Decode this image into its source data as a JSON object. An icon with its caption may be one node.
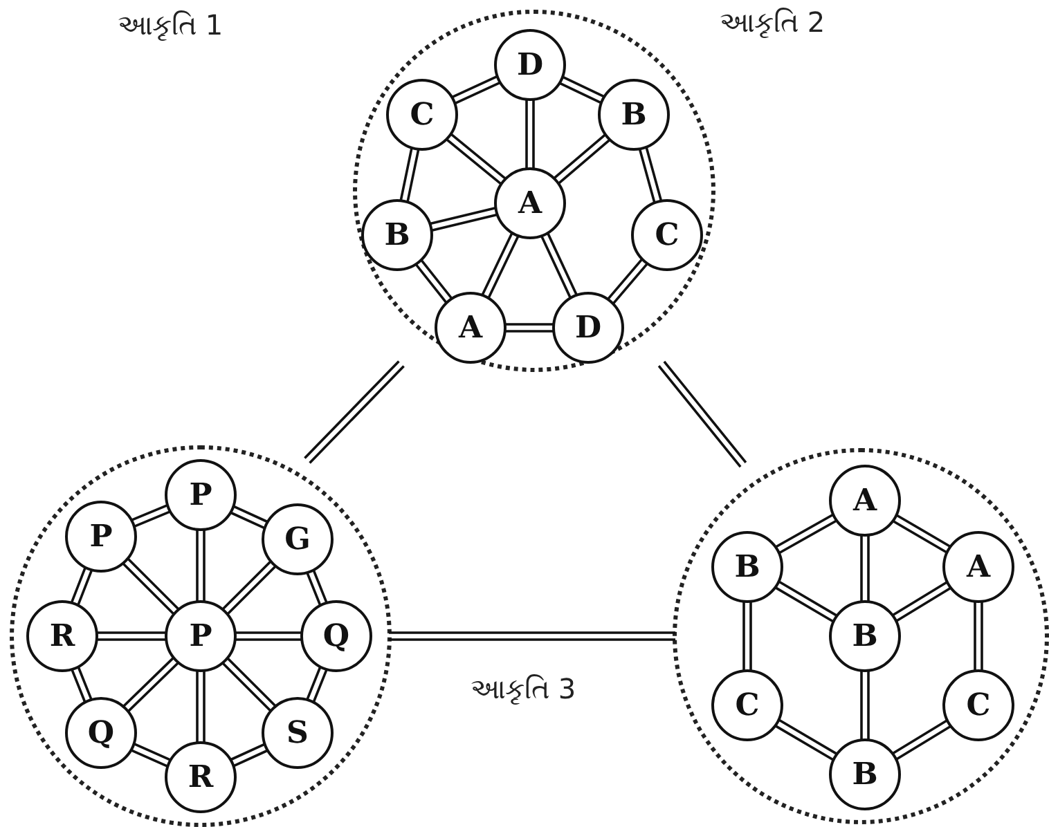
{
  "diagram": {
    "nodes": [
      {
        "text": [],
        "shape": "circle"
      },
      {
        "text": [
          "D"
        ],
        "in": 0
      },
      {
        "text": [
          "C"
        ],
        "in": 0
      },
      {
        "text": [
          "B"
        ],
        "in": 0
      },
      {
        "text": [
          "A"
        ],
        "in": 0
      },
      {
        "text": [
          "B"
        ],
        "in": 0
      },
      {
        "text": [
          "C"
        ],
        "in": 0
      },
      {
        "text": [
          "A"
        ],
        "in": 0
      },
      {
        "text": [
          "D"
        ],
        "in": 0
      },
      {
        "text": [],
        "shape": "circle"
      },
      {
        "text": [
          "P"
        ],
        "in": 9
      },
      {
        "text": [
          "P"
        ],
        "in": 9
      },
      {
        "text": [
          "G"
        ],
        "in": 9
      },
      {
        "text": [
          "R"
        ],
        "in": 9
      },
      {
        "text": [
          "P"
        ],
        "in": 9
      },
      {
        "text": [
          "Q"
        ],
        "in": 9
      },
      {
        "text": [
          "Q"
        ],
        "in": 9
      },
      {
        "text": [
          "S"
        ],
        "in": 9
      },
      {
        "text": [
          "R"
        ],
        "in": 9
      },
      {
        "text": [],
        "shape": "circle"
      },
      {
        "text": [
          "A"
        ],
        "in": 19
      },
      {
        "text": [
          "B"
        ],
        "in": 19
      },
      {
        "text": [
          "A"
        ],
        "in": 19
      },
      {
        "text": [
          "B"
        ],
        "in": 19
      },
      {
        "text": [
          "C"
        ],
        "in": 19
      },
      {
        "text": [
          "C"
        ],
        "in": 19
      },
      {
        "text": [
          "B"
        ],
        "in": 19
      }
    ],
    "edges": [
      {
        "from": 0,
        "to": 9,
        "arrow": "none"
      },
      {
        "from": 0,
        "to": 19,
        "arrow": "none"
      },
      {
        "from": 9,
        "to": 19,
        "arrow": "none"
      },
      {
        "from": 2,
        "to": 1,
        "arrow": "none"
      },
      {
        "from": 1,
        "to": 3,
        "arrow": "none"
      },
      {
        "from": 1,
        "to": 4,
        "arrow": "none"
      },
      {
        "from": 2,
        "to": 4,
        "arrow": "none"
      },
      {
        "from": 3,
        "to": 4,
        "arrow": "none"
      },
      {
        "from": 2,
        "to": 5,
        "arrow": "none"
      },
      {
        "from": 3,
        "to": 6,
        "arrow": "none"
      },
      {
        "from": 5,
        "to": 4,
        "arrow": "none"
      },
      {
        "from": 4,
        "to": 7,
        "arrow": "none"
      },
      {
        "from": 4,
        "to": 8,
        "arrow": "none"
      },
      {
        "from": 5,
        "to": 7,
        "arrow": "none"
      },
      {
        "from": 7,
        "to": 8,
        "arrow": "none"
      },
      {
        "from": 8,
        "to": 6,
        "arrow": "none"
      },
      {
        "from": 11,
        "to": 10,
        "arrow": "none"
      },
      {
        "from": 10,
        "to": 12,
        "arrow": "none"
      },
      {
        "from": 12,
        "to": 15,
        "arrow": "none"
      },
      {
        "from": 15,
        "to": 17,
        "arrow": "none"
      },
      {
        "from": 17,
        "to": 18,
        "arrow": "none"
      },
      {
        "from": 18,
        "to": 16,
        "arrow": "none"
      },
      {
        "from": 16,
        "to": 13,
        "arrow": "none"
      },
      {
        "from": 13,
        "to": 11,
        "arrow": "none"
      },
      {
        "from": 14,
        "to": 10,
        "arrow": "none"
      },
      {
        "from": 14,
        "to": 11,
        "arrow": "none"
      },
      {
        "from": 14,
        "to": 12,
        "arrow": "none"
      },
      {
        "from": 13,
        "to": 14,
        "arrow": "none"
      },
      {
        "from": 14,
        "to": 15,
        "arrow": "none"
      },
      {
        "from": 14,
        "to": 16,
        "arrow": "none"
      },
      {
        "from": 14,
        "to": 17,
        "arrow": "none"
      },
      {
        "from": 14,
        "to": 18,
        "arrow": "none"
      },
      {
        "from": 21,
        "to": 20,
        "arrow": "none"
      },
      {
        "from": 20,
        "to": 22,
        "arrow": "none"
      },
      {
        "from": 20,
        "to": 23,
        "arrow": "none"
      },
      {
        "from": 21,
        "to": 23,
        "arrow": "none"
      },
      {
        "from": 22,
        "to": 23,
        "arrow": "none"
      },
      {
        "from": 21,
        "to": 24,
        "arrow": "none"
      },
      {
        "from": 22,
        "to": 25,
        "arrow": "none"
      },
      {
        "from": 23,
        "to": 26,
        "arrow": "none"
      },
      {
        "from": 24,
        "to": 26,
        "arrow": "none"
      },
      {
        "from": 25,
        "to": 26,
        "arrow": "none"
      }
    ],
    "labels": [
      "આકૃતિ 1",
      "આકૃતિ 2",
      "આકૃતિ 3"
    ]
  }
}
